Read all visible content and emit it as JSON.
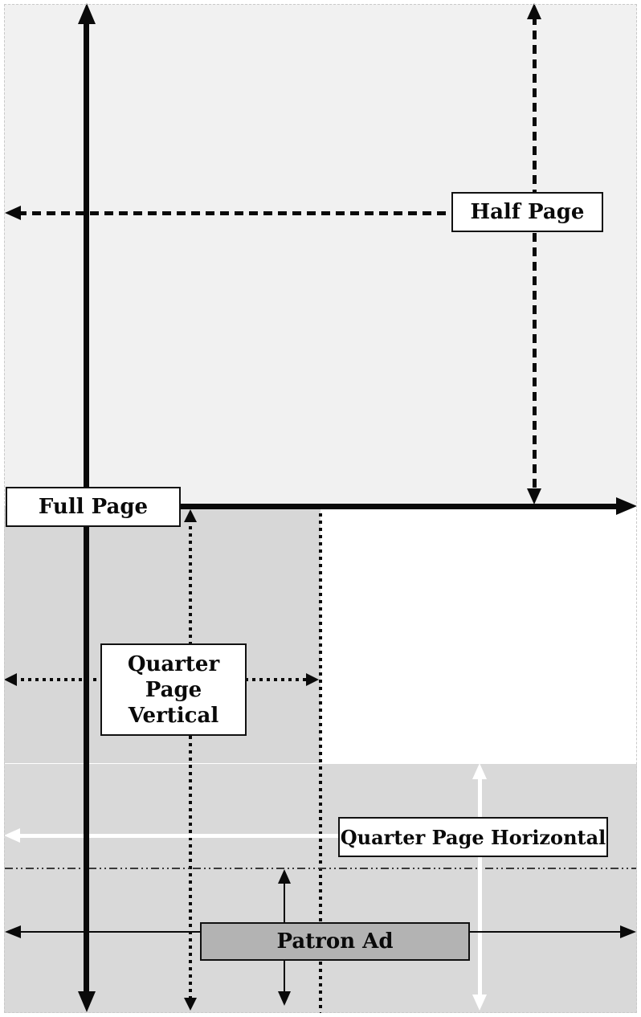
{
  "labels": {
    "full_page": "Full Page",
    "half_page": "Half Page",
    "quarter_page_vertical": "Quarter\nPage\nVertical",
    "quarter_page_horizontal": "Quarter Page Horizontal",
    "patron_ad": "Patron Ad"
  },
  "colors": {
    "page_bg": "#ffffff",
    "top_region_bg": "#f1f1f1",
    "quarter_vertical_region_bg": "#d7d7d7",
    "bottom_region_bg": "#d9d9d9",
    "white_region_bg": "#ffffff",
    "label_box_bg": "#ffffff",
    "label_box_border": "#111111",
    "patron_ad_fill": "#b3b3b3",
    "line_black": "#0a0a0a",
    "line_white": "#ffffff",
    "frame_border": "#c9c9c9",
    "text_color": "#0a0a0a"
  }
}
